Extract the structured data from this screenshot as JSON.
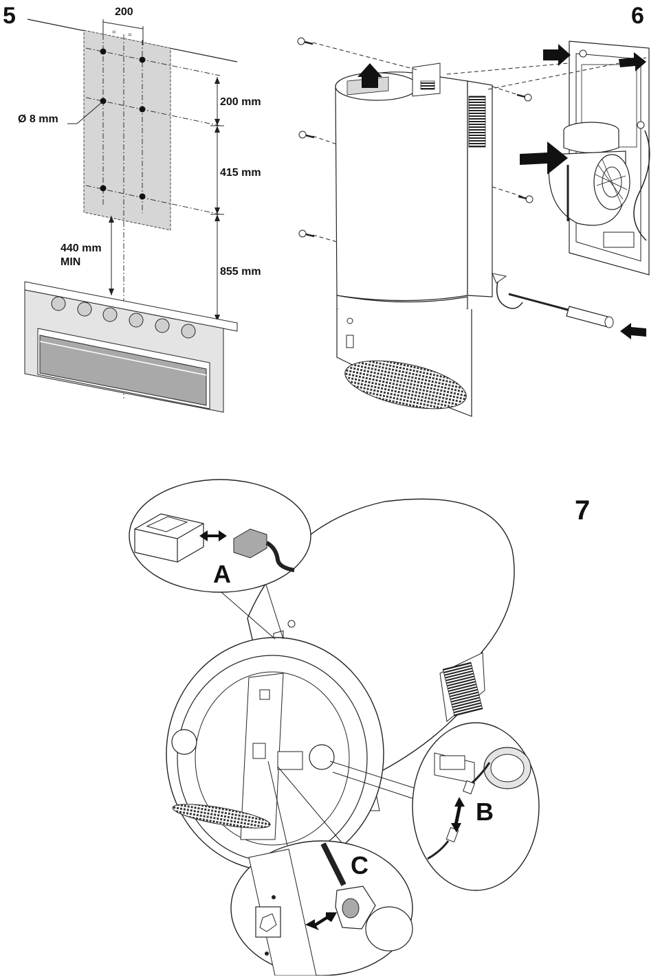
{
  "steps": {
    "s5": "5",
    "s6": "6",
    "s7": "7"
  },
  "fig5": {
    "top_width": "200",
    "eq_mark": "=",
    "hole_diameter": "Ø 8 mm",
    "dim_200": "200 mm",
    "dim_415": "415 mm",
    "dim_855": "855 mm",
    "min_dist_value": "440 mm",
    "min_dist_suffix": "MIN"
  },
  "fig7": {
    "label_a": "A",
    "label_b": "B",
    "label_c": "C"
  },
  "colors": {
    "line": "#1a1a1a",
    "template": "#d6d6d6",
    "panel": "#e4e4e4",
    "oven_glass": "#a9a9a9"
  }
}
